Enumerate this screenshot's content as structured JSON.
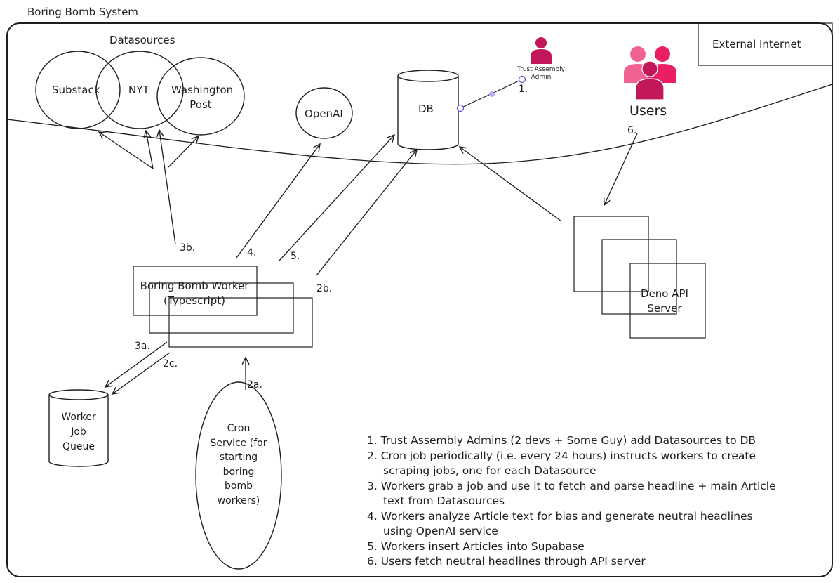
{
  "title": "Boring Bomb System",
  "external_internet": "External Internet",
  "datasources_label": "Datasources",
  "datasources": [
    "Substack",
    "NYT",
    "Washington Post"
  ],
  "openai": "OpenAI",
  "db": "DB",
  "trust_assembly_admin": "Trust Assembly Admin",
  "users": "Users",
  "worker": "Boring Bomb Worker (Typescript)",
  "api_server": "Deno API Server",
  "job_queue": "Worker Job Queue",
  "cron": "Cron Service (for starting boring bomb workers)",
  "arrow_labels": {
    "a1": "1.",
    "a2a": "2a.",
    "a2b": "2b.",
    "a2c": "2c.",
    "a3a": "3a.",
    "a3b": "3b.",
    "a4": "4.",
    "a5": "5.",
    "a6": "6."
  },
  "steps": [
    {
      "n": "1.",
      "lines": [
        "Trust Assembly Admins (2 devs + Some Guy) add Datasources to DB"
      ]
    },
    {
      "n": "2.",
      "lines": [
        "Cron job periodically (i.e. every 24 hours) instructs workers to create",
        "scraping jobs, one for each Datasource"
      ]
    },
    {
      "n": "3.",
      "lines": [
        "Workers grab a job and use it to fetch and parse headline + main Article",
        "text from Datasources"
      ]
    },
    {
      "n": "4.",
      "lines": [
        "Workers analyze Article text for bias and generate neutral headlines",
        "using OpenAI service"
      ]
    },
    {
      "n": "5.",
      "lines": [
        "Workers insert Articles into Supabase"
      ]
    },
    {
      "n": "6.",
      "lines": [
        "Users fetch neutral headlines through API server"
      ]
    }
  ],
  "colors": {
    "stroke": "#1e1e1e",
    "admin_icon": "#c2185b",
    "users_light": "#f06292",
    "users_mid": "#e91e63",
    "users_dark": "#c2185b",
    "connector": "#b8a9f0"
  }
}
